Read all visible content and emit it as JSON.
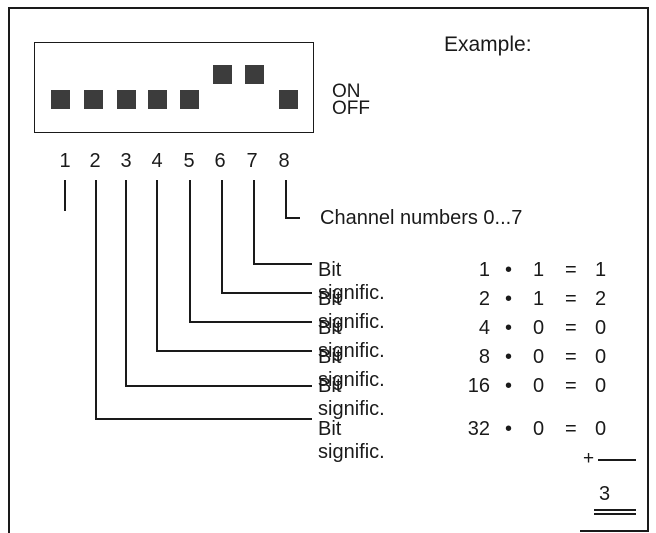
{
  "example_title": "Example:",
  "states": {
    "on": "ON",
    "off": "OFF"
  },
  "switches": [
    {
      "number": "1",
      "position": "off"
    },
    {
      "number": "2",
      "position": "off"
    },
    {
      "number": "3",
      "position": "off"
    },
    {
      "number": "4",
      "position": "off"
    },
    {
      "number": "5",
      "position": "off"
    },
    {
      "number": "6",
      "position": "on"
    },
    {
      "number": "7",
      "position": "on"
    },
    {
      "number": "8",
      "position": "off"
    }
  ],
  "channel_label": "Channel numbers 0...7",
  "rows": [
    {
      "label": "Bit signific.",
      "significance": "1",
      "dot": "•",
      "bit": "1",
      "eq": "=",
      "result": "1"
    },
    {
      "label": "Bit signific.",
      "significance": "2",
      "dot": "•",
      "bit": "1",
      "eq": "=",
      "result": "2"
    },
    {
      "label": "Bit signific.",
      "significance": "4",
      "dot": "•",
      "bit": "0",
      "eq": "=",
      "result": "0"
    },
    {
      "label": "Bit signific.",
      "significance": "8",
      "dot": "•",
      "bit": "0",
      "eq": "=",
      "result": "0"
    },
    {
      "label": "Bit signific.",
      "significance": "16",
      "dot": "•",
      "bit": "0",
      "eq": "=",
      "result": "0"
    },
    {
      "label": "Bit signific.",
      "significance": "32",
      "dot": "•",
      "bit": "0",
      "eq": "=",
      "result": "0"
    }
  ],
  "sum": {
    "plus": "+",
    "value": "3"
  }
}
